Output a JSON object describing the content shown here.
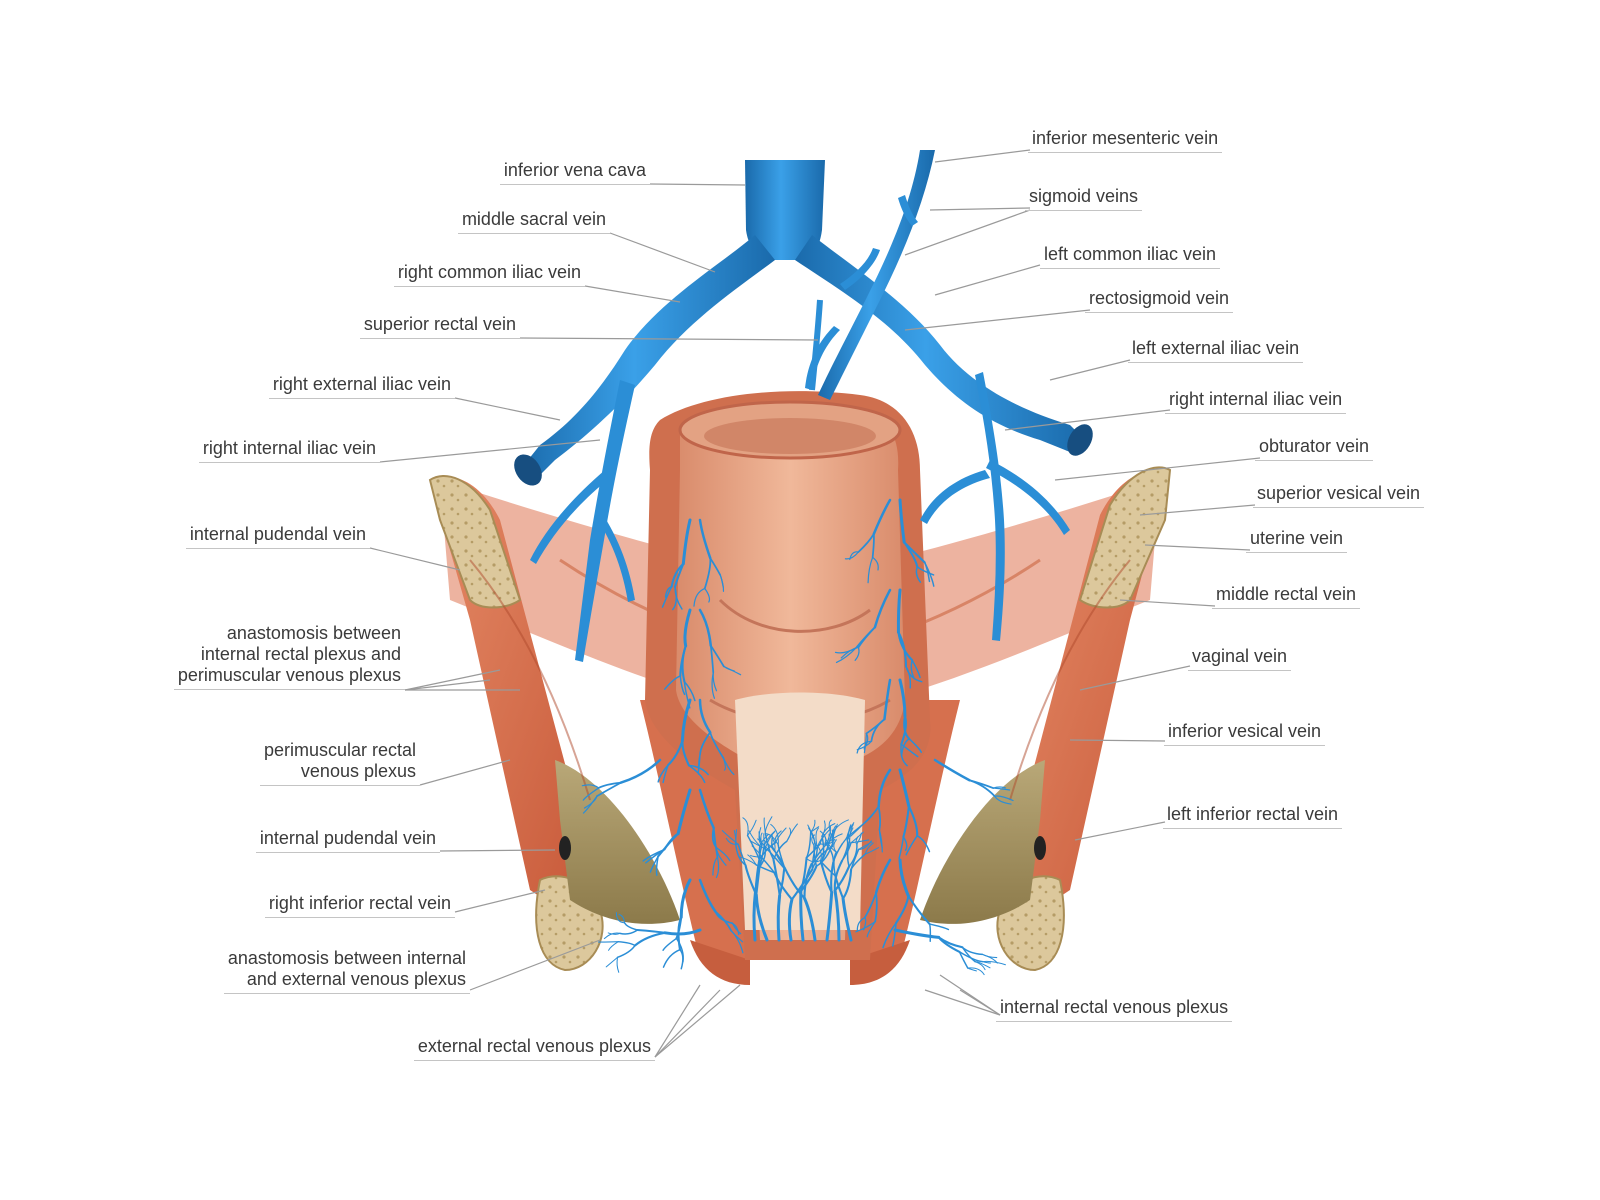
{
  "colors": {
    "vein": "#2b8ed6",
    "vein_dark": "#1a6aab",
    "muscle": "#d9714f",
    "mucosa": "#e7a88a",
    "bone": "#d9c59a",
    "leader": "#9a9a9a"
  },
  "labels_left": [
    {
      "id": "inferior-vena-cava",
      "lines": [
        "inferior vena cava"
      ]
    },
    {
      "id": "middle-sacral-vein",
      "lines": [
        "middle sacral vein"
      ]
    },
    {
      "id": "right-common-iliac-vein",
      "lines": [
        "right common iliac vein"
      ]
    },
    {
      "id": "superior-rectal-vein",
      "lines": [
        "superior rectal vein"
      ]
    },
    {
      "id": "right-external-iliac-vein",
      "lines": [
        "right external iliac vein"
      ]
    },
    {
      "id": "right-internal-iliac-vein-left",
      "lines": [
        "right internal iliac vein"
      ]
    },
    {
      "id": "internal-pudendal-vein-upper",
      "lines": [
        "internal pudendal vein"
      ]
    },
    {
      "id": "anastomosis-internal-perimuscular",
      "lines": [
        "anastomosis between",
        "internal rectal plexus and",
        "perimuscular venous plexus"
      ]
    },
    {
      "id": "perimuscular-rectal-venous-plexus",
      "lines": [
        "perimuscular rectal",
        "venous plexus"
      ]
    },
    {
      "id": "internal-pudendal-vein-lower",
      "lines": [
        "internal pudendal vein"
      ]
    },
    {
      "id": "right-inferior-rectal-vein",
      "lines": [
        "right inferior rectal vein"
      ]
    },
    {
      "id": "anastomosis-internal-external",
      "lines": [
        "anastomosis between internal",
        "and external venous plexus"
      ]
    },
    {
      "id": "external-rectal-venous-plexus",
      "lines": [
        "external rectal venous plexus"
      ]
    }
  ],
  "labels_right": [
    {
      "id": "inferior-mesenteric-vein",
      "lines": [
        "inferior mesenteric vein"
      ]
    },
    {
      "id": "sigmoid-veins",
      "lines": [
        "sigmoid veins"
      ]
    },
    {
      "id": "left-common-iliac-vein",
      "lines": [
        "left common iliac vein"
      ]
    },
    {
      "id": "rectosigmoid-vein",
      "lines": [
        "rectosigmoid vein"
      ]
    },
    {
      "id": "left-external-iliac-vein",
      "lines": [
        "left external iliac vein"
      ]
    },
    {
      "id": "right-internal-iliac-vein-right",
      "lines": [
        "right internal iliac vein"
      ]
    },
    {
      "id": "obturator-vein",
      "lines": [
        "obturator vein"
      ]
    },
    {
      "id": "superior-vesical-vein",
      "lines": [
        "superior vesical vein"
      ]
    },
    {
      "id": "uterine-vein",
      "lines": [
        "uterine vein"
      ]
    },
    {
      "id": "middle-rectal-vein",
      "lines": [
        "middle rectal vein"
      ]
    },
    {
      "id": "vaginal-vein",
      "lines": [
        "vaginal vein"
      ]
    },
    {
      "id": "inferior-vesical-vein",
      "lines": [
        "inferior vesical vein"
      ]
    },
    {
      "id": "left-inferior-rectal-vein",
      "lines": [
        "left inferior rectal vein"
      ]
    },
    {
      "id": "internal-rectal-venous-plexus",
      "lines": [
        "internal rectal venous plexus"
      ]
    }
  ]
}
